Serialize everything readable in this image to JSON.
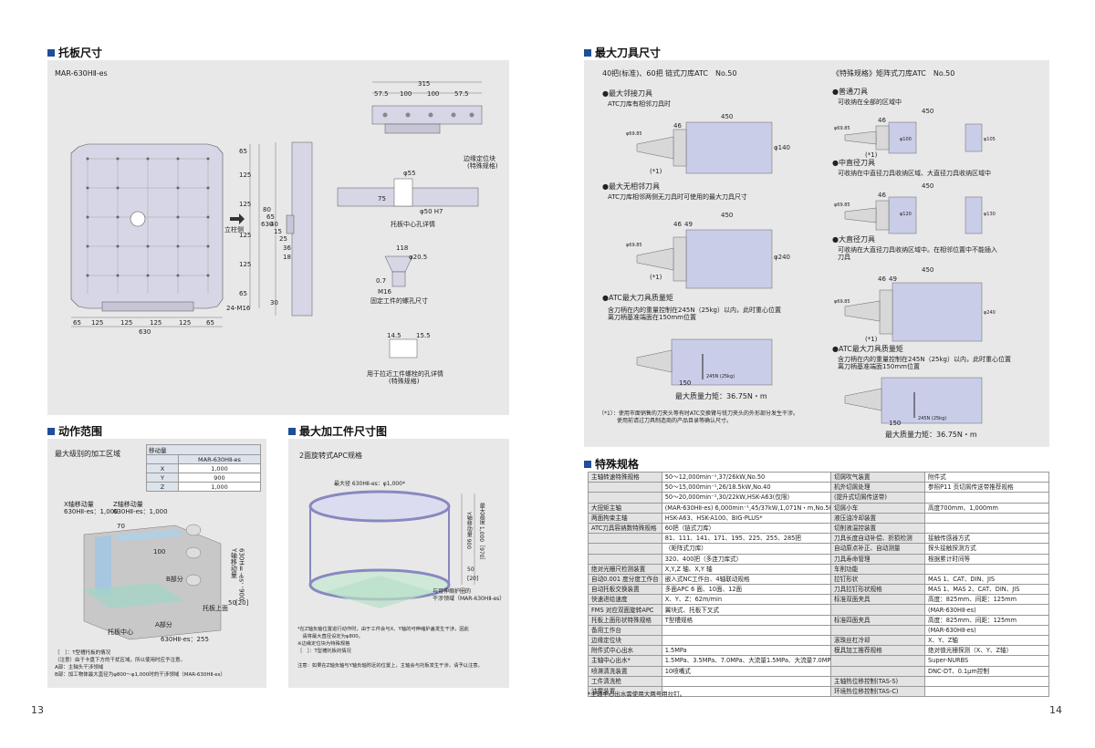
{
  "left_page": {
    "pallet": {
      "title": "托板尺寸",
      "model": "MAR-630HⅡ-es",
      "dims_top": [
        "315",
        "57.5",
        "100",
        "100",
        "57.5"
      ],
      "dims_bottom": [
        "65",
        "125",
        "125",
        "125",
        "125",
        "65"
      ],
      "dims_bottom_total": "630",
      "dims_right": [
        "65",
        "125",
        "125",
        "125",
        "125",
        "65"
      ],
      "dims_right_total": "630",
      "locate_label": "立柱侧",
      "hole_label": "24-M16",
      "side_dims": [
        "80",
        "65",
        "40",
        "15",
        "25",
        "36",
        "18",
        "30"
      ],
      "edge_label_1": "边缘定位块",
      "edge_label_2": "(特殊规格)",
      "center_hole_dims": [
        "φ55",
        "75",
        "φ50 H7"
      ],
      "center_hole_label": "托板中心孔详情",
      "screw_dims": [
        "118",
        "φ20.5",
        "0.7",
        "M16"
      ],
      "screw_label": "固定工件的螺孔尺寸",
      "ts_dims": [
        "14.5",
        "15.5"
      ],
      "ts_label_1": "用于拉近工件螺栓的孔详情",
      "ts_label_2": "(特殊规格)"
    },
    "motion": {
      "title": "动作范围",
      "subtitle": "最大级别的加工区域",
      "table_header_1": "移动量",
      "table_header_2": "MAR-630HⅡ-es",
      "rows": [
        {
          "axis": "X",
          "value": "1,000"
        },
        {
          "axis": "Y",
          "value": "900"
        },
        {
          "axis": "Z",
          "value": "1,000"
        }
      ],
      "label_x": "X轴移动量",
      "label_x2": "630HⅡ-es：1,000",
      "label_z": "Z轴移动量",
      "label_z2": "630HⅡ-es：1,000",
      "dim_70": "70",
      "dim_100": "100",
      "dim_b": "B部分",
      "dim_y": "Y轴移动量",
      "dim_y2": "630HⅡ-es：900",
      "dim_50": "50",
      "dim_20": "[20]",
      "dim_pallet_top": "托板上面",
      "dim_pallet_center": "托板中心",
      "dim_a": "A部分",
      "dim_255": "630HⅡ-es：255",
      "notes": [
        "［　］：T型槽托板的情况",
        "（注意）由于卡盘下方的干扰区域，所以使用时应予注意。",
        "A部：主轴头干涉领域",
        "B部：加工物体最大直径为φ800～φ1,000时的干涉领域（MAR-630HⅡ-es）"
      ]
    },
    "workpiece": {
      "title": "最大加工件尺寸图",
      "subtitle": "2面旋转式APC规格",
      "diameter": "最大径 630HⅡ-es：φ1,000*",
      "height": "最大高度 1,000［970］",
      "y_label": "Y轴移动量 900",
      "interfere_1": "与可伸缩护圈的",
      "interfere_2": "干涉领域（MAR-630HⅡ-es）",
      "dim_50": "50",
      "dim_20": "[20]",
      "notes": [
        "*在Z轴负轴位置进行动作时，由于工件会与X、Y轴的可伸缩护盖发生干涉，因此",
        "　请将最大直径设定为φ800。",
        "※边缘定位块为特殊规格",
        "［　］：T型槽托板的情况",
        "注意：如果在Z轴负轴与Y轴负轴附近的位置上，主轴会与托板发生干涉，请予以注意。"
      ]
    },
    "page_number": "13"
  },
  "right_page": {
    "tools": {
      "title": "最大刀具尺寸",
      "left_header": "40把(标准)、60把 链式刀库ATC　No.50",
      "right_header": "《特殊规格》矩阵式刀库ATC　No.50",
      "left_items": [
        {
          "title": "●最大邻接刀具",
          "desc": "ATC刀库有相邻刀具时",
          "dims": [
            "450",
            "46",
            "φ140",
            "φ69.85"
          ]
        },
        {
          "title": "●最大无相邻刀具",
          "desc": "ATC刀库相邻两侧无刀具时可使用的最大刀具尺寸",
          "dims": [
            "450",
            "46",
            "49",
            "φ240",
            "φ69.85"
          ]
        },
        {
          "title": "●ATC最大刀具质量矩",
          "desc": "含刀柄在内的重量控制在245N（25kg）以内，此时重心位置离刀柄基准端面在150mm位置",
          "dims": [
            "150",
            "245N (25kg)"
          ],
          "result": "最大质量力矩：36.75N・m"
        }
      ],
      "right_items": [
        {
          "title": "●普通刀具",
          "desc": "可收纳在全部的区域中",
          "dims": [
            "450",
            "46",
            "φ100",
            "φ105",
            "φ69.85"
          ]
        },
        {
          "title": "●中直径刀具",
          "desc": "可收纳在中直径刀具收纳区域、大直径刀具收纳区域中",
          "dims": [
            "450",
            "46",
            "φ120",
            "φ130",
            "φ69.85"
          ]
        },
        {
          "title": "●大直径刀具",
          "desc": "可收纳在大直径刀具收纳区域中。在相邻位置中不能插入刀具",
          "dims": [
            "450",
            "46",
            "49",
            "φ240",
            "φ69.85"
          ]
        },
        {
          "title": "●ATC最大刀具质量矩",
          "desc": "含刀柄在内的重量控制在245N（25kg）以内，此时重心位置离刀柄基准端面150mm位置",
          "dims": [
            "150",
            "245N (25kg)"
          ],
          "result": "最大质量力矩：36.75N・m"
        }
      ],
      "mark": "(*1)",
      "footnote_1": "（*1）：使用市面销售的刀夹头等有时ATC交换臂与铣刀夹头的外形部分发生干涉。",
      "footnote_2": "使用前请过刀具制造商的产品目录等确认尺寸。"
    },
    "special": {
      "title": "特殊规格",
      "left_rows": [
        [
          "主轴转速特殊规格",
          "50～12,000min⁻¹,37/26kW,No.50"
        ],
        [
          "",
          "50～15,000min⁻¹,26/18.5kW,No.40"
        ],
        [
          "",
          "50～20,000min⁻¹,30/22kW,HSK-A63(仅限)"
        ],
        [
          "大扭矩主轴",
          "(MAR-630HⅡ-es) 6,000min⁻¹,45/37kW,1,071N・m,No.50"
        ],
        [
          "两面拘束主轴",
          "HSK-A63、HSK-A100、BIG-PLUS*"
        ],
        [
          "ATC刀具容纳数特殊规格",
          "60把（链式刀库）"
        ],
        [
          "",
          "81、111、141、171、195、225、255、285把"
        ],
        [
          "",
          "（矩阵式刀库）"
        ],
        [
          "",
          "320、400把（多连刀库式）"
        ],
        [
          "绝对光栅尺检测装置",
          "X,Y,Z 轴、X,Y 轴"
        ],
        [
          "自动0.001 度分度工作台",
          "嵌入式NC工作台、4轴联动规格"
        ],
        [
          "自动托板交换装置",
          "多面APC 6 面、10面、12面"
        ],
        [
          "快速进给速度",
          "X、Y、Z：62m/min"
        ],
        [
          "FMS 对应双面旋转APC",
          "翼块式、托板下叉式"
        ],
        [
          "托板上面形状特殊规格",
          "T型槽规格"
        ],
        [
          "备用工作台",
          ""
        ],
        [
          "边缘定位块",
          ""
        ],
        [
          "附件式中心出水",
          "1.5MPa"
        ],
        [
          "主轴中心出水*",
          "1.5MPa、3.5MPa、7.0MPa、大流量1.5MPa、大流量7.0MPa"
        ],
        [
          "喷淋清洗装置",
          "10喷嘴式"
        ],
        [
          "工件清洗枪",
          ""
        ],
        [
          "油雾装置",
          ""
        ]
      ],
      "right_rows": [
        [
          "切屑吹气装置",
          "附件式"
        ],
        [
          "机外切屑处理",
          "参照P11 页切屑传送带推荐规格"
        ],
        [
          "(提升式切屑传送带)",
          ""
        ],
        [
          "切屑小车",
          "高度700mm、1,000mm"
        ],
        [
          "液压油冷却装置",
          ""
        ],
        [
          "切削液温控装置",
          ""
        ],
        [
          "刀具长度自动补偿、折损检测",
          "接触传感器方式"
        ],
        [
          "自动原点补正、自动测量",
          "探头接触探测方式"
        ],
        [
          "刀具寿命管理",
          "根据累计时间等"
        ],
        [
          "车削功能",
          ""
        ],
        [
          "拉钉形状",
          "MAS 1、CAT、DIN、JIS"
        ],
        [
          "刀具拉钉形状规格",
          "MAS 1、MAS 2、CAT、DIN、JIS"
        ],
        [
          "标准双面夹具",
          "高度：825mm、间距：125mm"
        ],
        [
          "",
          "(MAR-630HⅡ-es)"
        ],
        [
          "标准四面夹具",
          "高度：825mm、间距：125mm"
        ],
        [
          "",
          "(MAR-630HⅡ-es)"
        ],
        [
          "滚珠丝杠冷却",
          "X、Y、Z轴"
        ],
        [
          "模具加工推荐规格",
          "绝对值光栅探测（X、Y、Z轴）"
        ],
        [
          "",
          "Super-NURBS"
        ],
        [
          "",
          "DNC-DT、0.1μm控制"
        ],
        [
          "主轴热位移控制(TAS-S)",
          ""
        ],
        [
          "环境热位移控制(TAS-C)",
          ""
        ]
      ],
      "footnote": "*主轴中心出水需使用大两号用拉钉。"
    },
    "page_number": "14"
  }
}
